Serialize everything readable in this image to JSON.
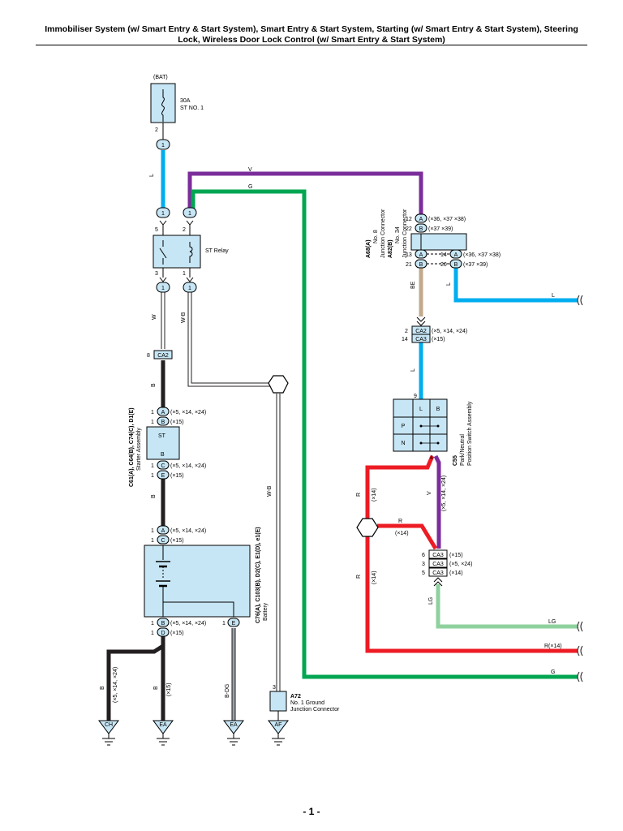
{
  "title_line1": "Immobiliser System (w/ Smart Entry & Start System), Smart Entry & Start System, Starting (w/ Smart Entry & Start System), Steering",
  "title_line2": "Lock, Wireless Door Lock Control (w/ Smart Entry & Start System)",
  "page_number": "- 1 -",
  "colors": {
    "blue": "#00aeef",
    "purple": "#7b2d9b",
    "green": "#00a651",
    "red": "#ed1c24",
    "black": "#231f20",
    "tan": "#c2a98b",
    "light_green": "#8fd19e",
    "box_fill": "#c7e6f5"
  },
  "labels": {
    "bat": "(BAT)",
    "fuse_amp": "30A",
    "fuse_name": "ST NO. 1",
    "st_relay": "ST Relay",
    "n1": "1",
    "n2": "2",
    "n3": "3",
    "n4": "4",
    "n5": "5",
    "n6": "6",
    "n8": "8",
    "n9": "9",
    "n12": "12",
    "n13": "13",
    "n14": "14",
    "n20": "20",
    "n21": "21",
    "n22": "22",
    "w_l": "L",
    "w_v": "V",
    "w_g": "G",
    "w_w": "W",
    "w_wb": "W-B",
    "w_b": "B",
    "w_be": "BE",
    "w_r": "R",
    "w_lg": "LG",
    "w_bdg": "B-DG",
    "pin_a": "A",
    "pin_b": "B",
    "pin_c": "C",
    "pin_d": "D",
    "pin_e": "E",
    "ca2": "CA2",
    "ca3": "CA3",
    "c5_14_24": "(×5, ×14, ×24)",
    "c15": "(×15)",
    "c14": "(×14)",
    "c5_24": "(×5, ×24)",
    "c36_37_38": "(×36, ×37 ×38)",
    "c37_39": "(×37 ×39)",
    "a68_code": "A68(A)",
    "a68_line1": "No. 8",
    "a68_line2": "Junction Connector",
    "a82_code": "A82(B)",
    "a82_line1": "No. 34",
    "a82_line2": "Junction Connector",
    "starter_code": "C61(A), C64(B), C74(C), D1(E)",
    "starter_name": "Starter Assembly",
    "st_pin": "ST",
    "battery_code": "C76(A), C103(B), D2(C), E1(D), e1(E)",
    "battery_name": "Battery",
    "c55_code": "C55",
    "c55_line1": "Park/Neutral",
    "c55_line2": "Position Switch Assembly",
    "sw_l": "L",
    "sw_b": "B",
    "sw_p": "P",
    "sw_n": "N",
    "r_c14": "R(×14)",
    "a72_code": "A72",
    "a72_line1": "No. 1 Ground",
    "a72_line2": "Junction Connector",
    "g_ch": "CH",
    "g_ea": "EA",
    "g_ea2": "EA",
    "g_af": "AF"
  }
}
